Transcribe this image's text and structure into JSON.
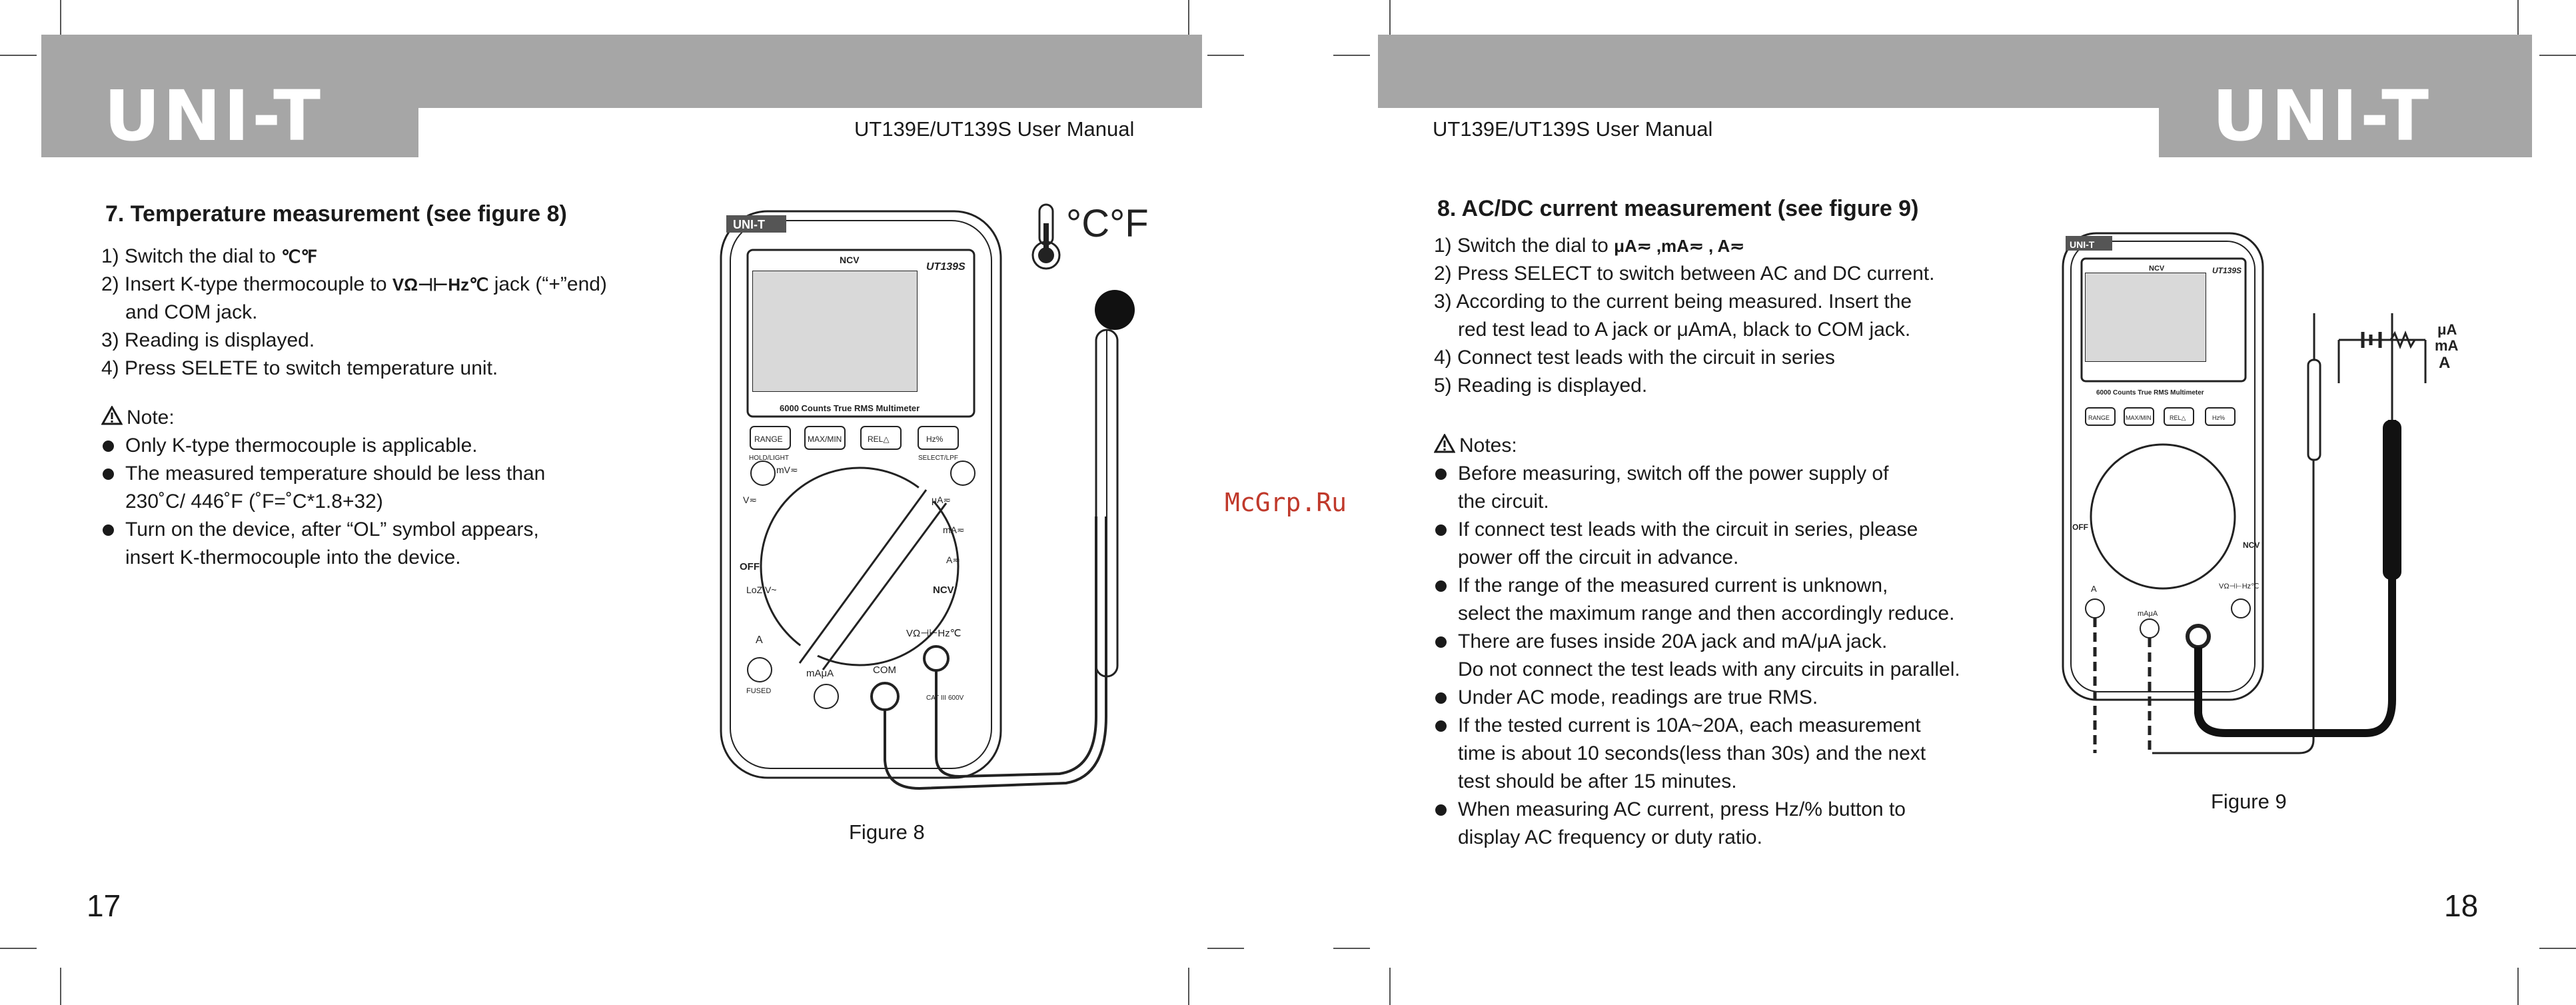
{
  "left_page": {
    "brand_logo": "UNI-T",
    "header_title": "UT139E/UT139S User Manual",
    "section_title": "7. Temperature measurement (see figure 8)",
    "steps": [
      {
        "prefix": "1) Switch the dial to",
        "symbol": "℃℉",
        "suffix": ""
      },
      {
        "prefix": "2) Insert K-type thermocouple to",
        "symbol": "VΩ⊣⊢Hz℃",
        "suffix": "jack (“+”end)"
      },
      {
        "prefix": "and COM jack.",
        "symbol": "",
        "suffix": ""
      },
      {
        "prefix": "3) Reading is displayed.",
        "symbol": "",
        "suffix": ""
      },
      {
        "prefix": "4) Press SELETE to switch temperature unit.",
        "symbol": "",
        "suffix": ""
      }
    ],
    "note_label": "Note:",
    "notes": [
      [
        "Only K-type thermocouple is applicable."
      ],
      [
        "The measured temperature should be less than",
        "230˚C/ 446˚F (˚F=˚C*1.8+32)"
      ],
      [
        "Turn on the device, after “OL” symbol appears,",
        "insert K-thermocouple into the device."
      ]
    ],
    "figure_caption": "Figure 8",
    "page_number": "17"
  },
  "right_page": {
    "brand_logo": "UNI-T",
    "header_title": "UT139E/UT139S User Manual",
    "section_title": "8. AC/DC current measurement (see figure 9)",
    "steps": [
      {
        "prefix": "1) Switch the dial to",
        "symbol": "μA≂ ,mA≂ , A≂",
        "suffix": ""
      },
      {
        "prefix": "2) Press SELECT to switch between AC and DC current.",
        "symbol": "",
        "suffix": ""
      },
      {
        "prefix": "3) According to the current being measured. Insert the",
        "symbol": "",
        "suffix": ""
      },
      {
        "prefix": "red test lead to A jack or μAmA, black to COM jack.",
        "symbol": "",
        "suffix": ""
      },
      {
        "prefix": "4) Connect test leads with the circuit in series",
        "symbol": "",
        "suffix": ""
      },
      {
        "prefix": "5) Reading is displayed.",
        "symbol": "",
        "suffix": ""
      }
    ],
    "note_label": "Notes:",
    "notes": [
      [
        "Before measuring, switch off the power supply of",
        "the circuit."
      ],
      [
        "If connect test leads with the circuit in series, please",
        "power off the circuit in advance."
      ],
      [
        "If the range of the measured current is unknown,",
        "select the maximum range and then accordingly reduce."
      ],
      [
        "There are fuses inside 20A jack and mA/μA jack.",
        "Do not connect the test leads with any circuits in parallel."
      ],
      [
        "Under AC mode, readings are true RMS."
      ],
      [
        "If the tested current is 10A~20A, each measurement",
        "time is about 10 seconds(less than 30s) and the next",
        "test should be after 15 minutes."
      ],
      [
        "When measuring AC current, press Hz/% button to",
        "display AC frequency or duty ratio."
      ]
    ],
    "figure_caption": "Figure 9",
    "page_number": "18"
  },
  "meter": {
    "brand": "UNI-T",
    "model": "UT139S",
    "ncv_label": "NCV",
    "display_caption": "6000 Counts True RMS Multimeter",
    "buttons": [
      "RANGE",
      "MAX/MIN",
      "REL△",
      "Hz%"
    ],
    "button_sublabels": [
      "HOLD/LIGHT",
      "SELECT/LPF"
    ],
    "dial_labels": [
      "OFF",
      "V≂",
      "mV≂",
      "μA≂",
      "mA≂",
      "A≂",
      "NCV",
      "LoZ V~"
    ],
    "jack_labels": [
      "A",
      "mAμA",
      "COM",
      "VΩ⊣⊢Hz℃"
    ],
    "fused_label": "FUSED",
    "cat_label": "CAT III 600V"
  },
  "figure8_temp_symbol": "°C°F",
  "figure9_current_labels": [
    "μA",
    "mA",
    "A"
  ],
  "watermark": "McGrp.Ru",
  "colors": {
    "header_band": "#a6a6a6",
    "text": "#1a1a1a",
    "watermark": "#c0392b"
  }
}
